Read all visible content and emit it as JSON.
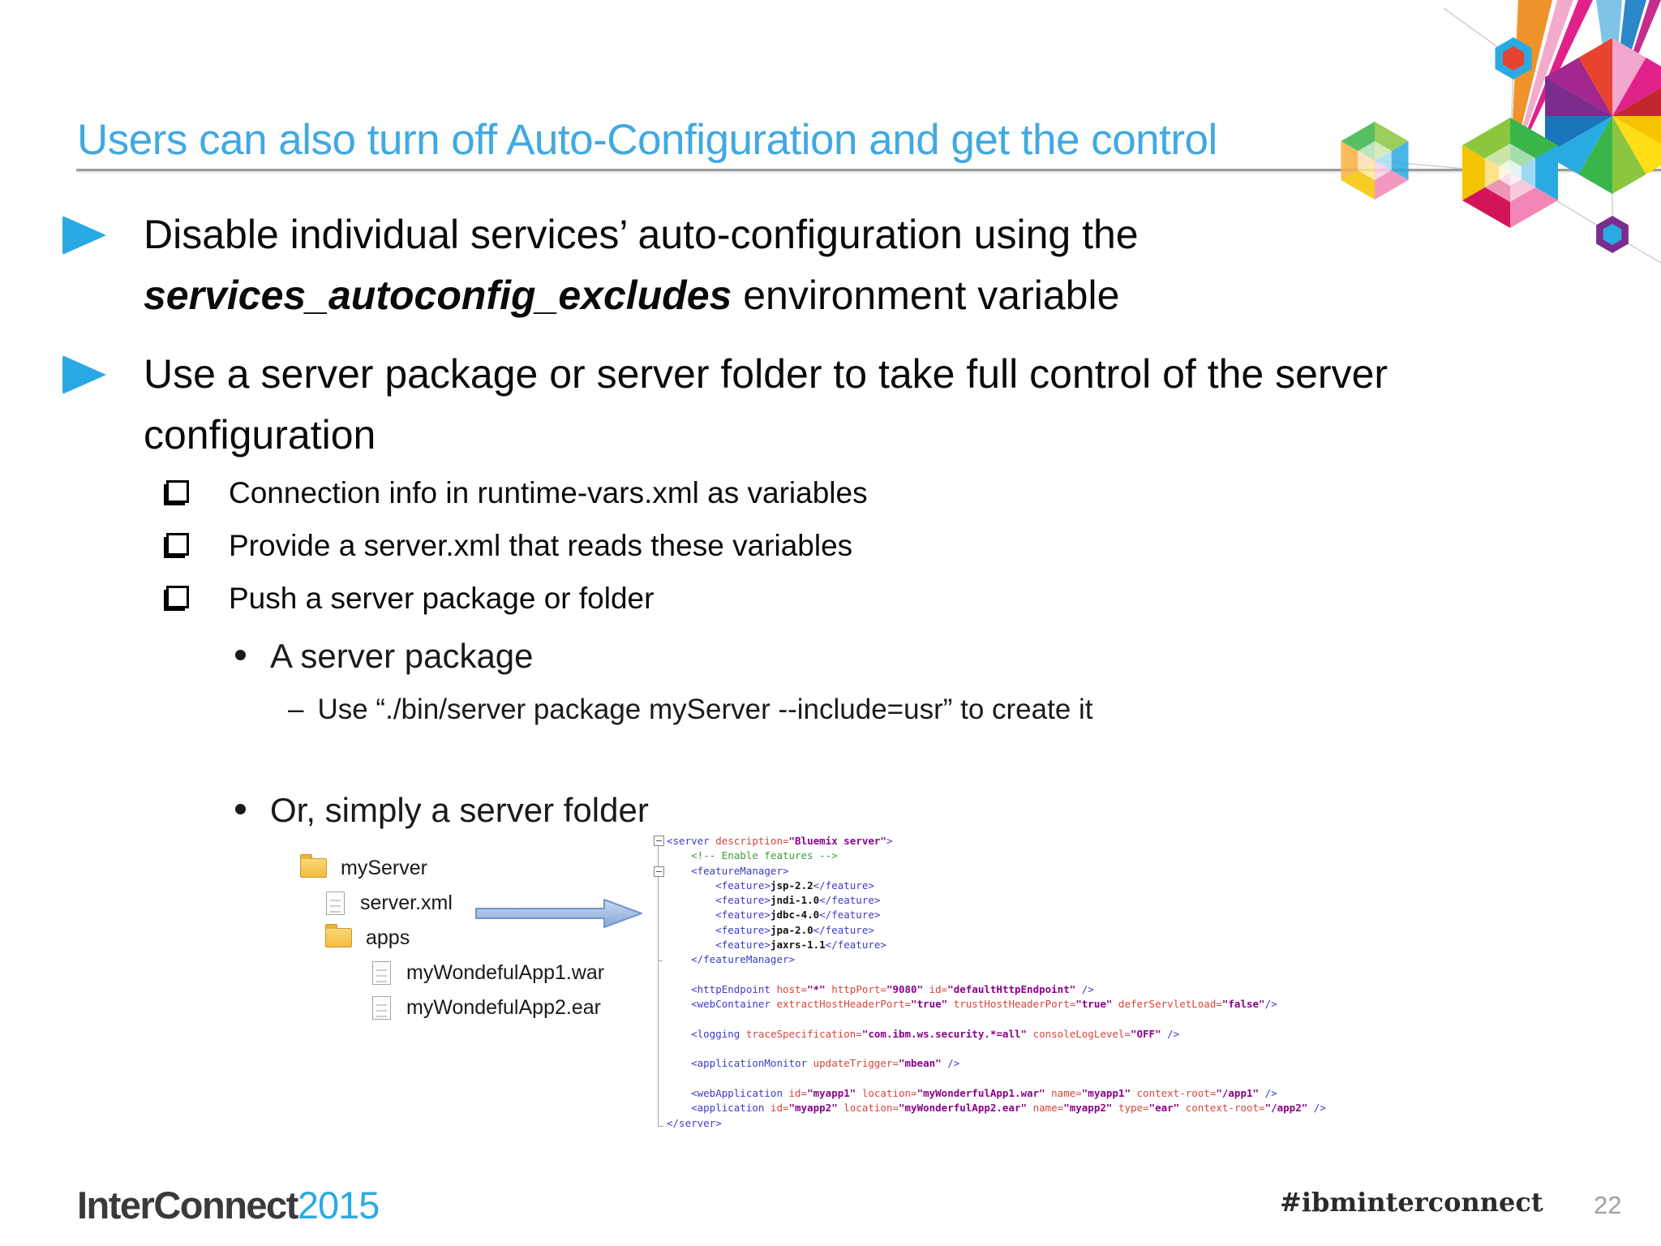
{
  "title": "Users can also turn off Auto-Configuration and get the control",
  "colors": {
    "title_blue": "#41A9E1",
    "accent_blue": "#29ABE2",
    "code_tag": "#3B3BC8",
    "code_attr": "#D6443C",
    "code_value": "#8B008B",
    "code_comment": "#3C9B3C",
    "arrow_fill": "#9DBBE3",
    "arrow_stroke": "#6E96CC"
  },
  "glyphs": {
    "dash": "–"
  },
  "bullets": [
    {
      "segments": [
        {
          "t": "Disable individual services’ auto-configuration using the ",
          "s": "n"
        },
        {
          "t": "services_autoconfig_excludes",
          "s": "bi"
        },
        {
          "t": " environment variable",
          "s": "n"
        }
      ]
    },
    {
      "segments": [
        {
          "t": "Use a server package or server folder to take full control of the server configuration",
          "s": "n"
        }
      ]
    }
  ],
  "checkbox_items": [
    "Connection info in runtime-vars.xml as variables",
    "Provide a server.xml that reads these variables",
    "Push a server package or folder"
  ],
  "sub_bullets": [
    {
      "label": "A server package",
      "children": [
        "Use “./bin/server package myServer --include=usr” to create it"
      ]
    },
    {
      "label": "Or, simply a server folder",
      "children": []
    }
  ],
  "file_tree": [
    {
      "type": "folder",
      "label": "myServer",
      "indent": 0
    },
    {
      "type": "file",
      "label": "server.xml",
      "indent": 1
    },
    {
      "type": "folder",
      "label": "apps",
      "indent": 1
    },
    {
      "type": "file",
      "label": "myWondefulApp1.war",
      "indent": 2
    },
    {
      "type": "file",
      "label": "myWondefulApp2.ear",
      "indent": 2
    }
  ],
  "code": {
    "lines": [
      [
        {
          "c": "tag",
          "t": "<server "
        },
        {
          "c": "attr",
          "t": "description="
        },
        {
          "c": "val",
          "t": "\"Bluemix server\""
        },
        {
          "c": "tag",
          "t": ">"
        }
      ],
      [
        {
          "c": "com",
          "t": "    <!-- Enable features -->"
        }
      ],
      [
        {
          "c": "tag",
          "t": "    <featureManager>"
        }
      ],
      [
        {
          "c": "tag",
          "t": "        <feature>"
        },
        {
          "c": "txt",
          "t": "jsp-2.2"
        },
        {
          "c": "tag",
          "t": "</feature>"
        }
      ],
      [
        {
          "c": "tag",
          "t": "        <feature>"
        },
        {
          "c": "txt",
          "t": "jndi-1.0"
        },
        {
          "c": "tag",
          "t": "</feature>"
        }
      ],
      [
        {
          "c": "tag",
          "t": "        <feature>"
        },
        {
          "c": "txt",
          "t": "jdbc-4.0"
        },
        {
          "c": "tag",
          "t": "</feature>"
        }
      ],
      [
        {
          "c": "tag",
          "t": "        <feature>"
        },
        {
          "c": "txt",
          "t": "jpa-2.0"
        },
        {
          "c": "tag",
          "t": "</feature>"
        }
      ],
      [
        {
          "c": "tag",
          "t": "        <feature>"
        },
        {
          "c": "txt",
          "t": "jaxrs-1.1"
        },
        {
          "c": "tag",
          "t": "</feature>"
        }
      ],
      [
        {
          "c": "tag",
          "t": "    </featureManager>"
        }
      ],
      [],
      [
        {
          "c": "tag",
          "t": "    <httpEndpoint "
        },
        {
          "c": "attr",
          "t": "host="
        },
        {
          "c": "val",
          "t": "\"*\""
        },
        {
          "c": "attr",
          "t": " httpPort="
        },
        {
          "c": "val",
          "t": "\"9080\""
        },
        {
          "c": "attr",
          "t": " id="
        },
        {
          "c": "val",
          "t": "\"defaultHttpEndpoint\""
        },
        {
          "c": "tag",
          "t": " />"
        }
      ],
      [
        {
          "c": "tag",
          "t": "    <webContainer "
        },
        {
          "c": "attr",
          "t": "extractHostHeaderPort="
        },
        {
          "c": "val",
          "t": "\"true\""
        },
        {
          "c": "attr",
          "t": " trustHostHeaderPort="
        },
        {
          "c": "val",
          "t": "\"true\""
        },
        {
          "c": "attr",
          "t": " deferServletLoad="
        },
        {
          "c": "val",
          "t": "\"false\""
        },
        {
          "c": "tag",
          "t": "/>"
        }
      ],
      [],
      [
        {
          "c": "tag",
          "t": "    <logging "
        },
        {
          "c": "attr",
          "t": "traceSpecification="
        },
        {
          "c": "val",
          "t": "\"com.ibm.ws.security.*=all\""
        },
        {
          "c": "attr",
          "t": " consoleLogLevel="
        },
        {
          "c": "val",
          "t": "\"OFF\""
        },
        {
          "c": "tag",
          "t": " />"
        }
      ],
      [],
      [
        {
          "c": "tag",
          "t": "    <applicationMonitor "
        },
        {
          "c": "attr",
          "t": "updateTrigger="
        },
        {
          "c": "val",
          "t": "\"mbean\""
        },
        {
          "c": "tag",
          "t": " />"
        }
      ],
      [],
      [
        {
          "c": "tag",
          "t": "    <webApplication "
        },
        {
          "c": "attr",
          "t": "id="
        },
        {
          "c": "val",
          "t": "\"myapp1\""
        },
        {
          "c": "attr",
          "t": " location="
        },
        {
          "c": "val",
          "t": "\"myWonderfulApp1.war\""
        },
        {
          "c": "attr",
          "t": " name="
        },
        {
          "c": "val",
          "t": "\"myapp1\""
        },
        {
          "c": "attr",
          "t": " context-root="
        },
        {
          "c": "val",
          "t": "\"/app1\""
        },
        {
          "c": "tag",
          "t": " />"
        }
      ],
      [
        {
          "c": "tag",
          "t": "    <application "
        },
        {
          "c": "attr",
          "t": "id="
        },
        {
          "c": "val",
          "t": "\"myapp2\""
        },
        {
          "c": "attr",
          "t": " location="
        },
        {
          "c": "val",
          "t": "\"myWonderfulApp2.ear\""
        },
        {
          "c": "attr",
          "t": " name="
        },
        {
          "c": "val",
          "t": "\"myapp2\""
        },
        {
          "c": "attr",
          "t": " type="
        },
        {
          "c": "val",
          "t": "\"ear\""
        },
        {
          "c": "attr",
          "t": " context-root="
        },
        {
          "c": "val",
          "t": "\"/app2\""
        },
        {
          "c": "tag",
          "t": " />"
        }
      ],
      [
        {
          "c": "tag",
          "t": "</server>"
        }
      ]
    ]
  },
  "footer": {
    "brand": "InterConnect",
    "year": "2015",
    "hashtag": "#ibminterconnect",
    "page_number": "22"
  }
}
